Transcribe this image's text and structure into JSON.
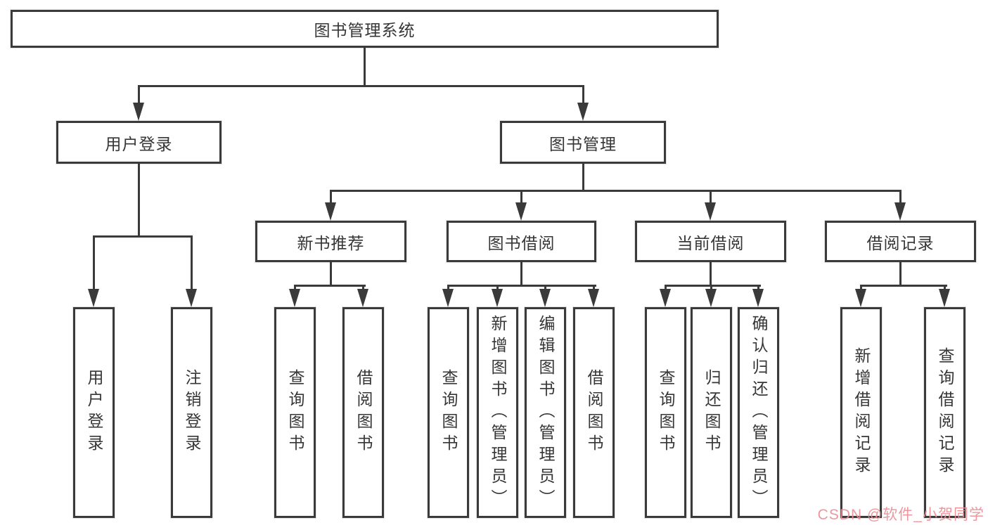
{
  "diagram": {
    "root_label": "图书管理系统",
    "user_login": {
      "label": "用户登录",
      "children": [
        "用户登录",
        "注销登录"
      ]
    },
    "book_mgmt": {
      "label": "图书管理",
      "sections": [
        {
          "label": "新书推荐",
          "children": [
            "查询图书",
            "借阅图书"
          ]
        },
        {
          "label": "图书借阅",
          "children": [
            "查询图书",
            "新增图书（管理员）",
            "编辑图书（管理员）",
            "借阅图书"
          ]
        },
        {
          "label": "当前借阅",
          "children": [
            "查询图书",
            "归还图书",
            "确认归还（管理员）"
          ]
        },
        {
          "label": "借阅记录",
          "children": [
            "新增借阅记录",
            "查询借阅记录"
          ]
        }
      ]
    }
  },
  "watermark": {
    "text": "CSDN @软件_小贺同学",
    "color": "#ec8e94"
  },
  "colors": {
    "line": "#3a3a3a",
    "text": "#363636",
    "background": "#ffffff"
  }
}
